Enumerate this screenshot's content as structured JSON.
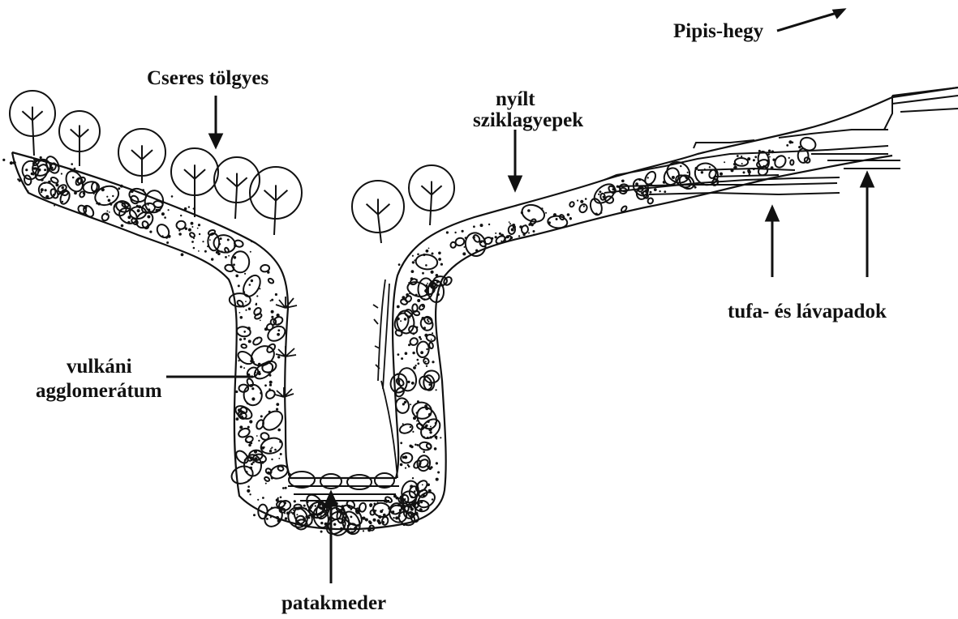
{
  "labels": {
    "pipis": "Pipis-hegy",
    "cseres": "Cseres tölgyes",
    "nyilt_1": "nyílt",
    "nyilt_2": "sziklagyepek",
    "tufa": "tufa- és lávapadok",
    "vulkani_1": "vulkáni",
    "vulkani_2": "agglomerátum",
    "patak": "patakmeder"
  },
  "colors": {
    "ink": "#111111",
    "paper": "#ffffff"
  }
}
